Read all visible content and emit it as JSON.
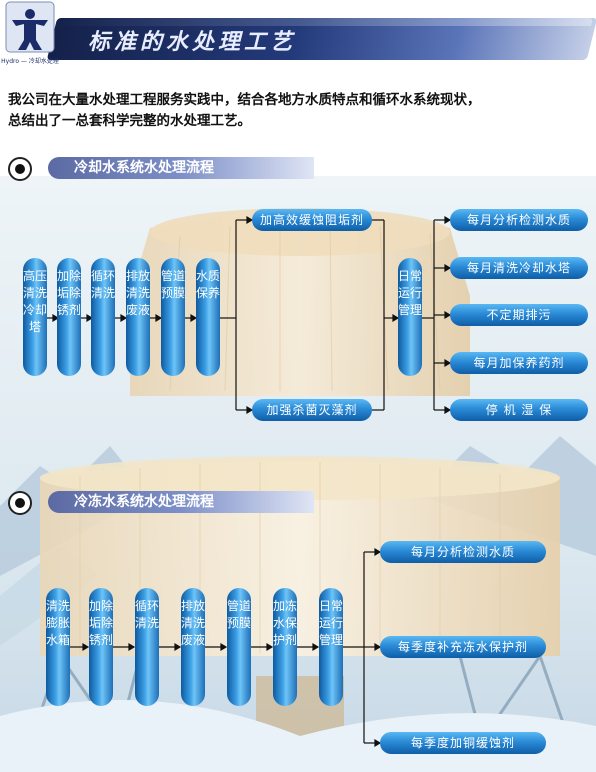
{
  "header": {
    "title": "标准的水处理工艺",
    "logo_text": "Hydro — 冷却水处理"
  },
  "intro": {
    "line1": "我公司在大量水处理工程服务实践中，结合各地方水质特点和循环水系统现状，",
    "line2": "总结出了一总套科学完整的水处理工艺。"
  },
  "section1": {
    "title": "冷却水系统水处理流程",
    "steps": [
      "高压清洗冷却塔",
      "加除垢除锈剂",
      "循环清洗",
      "排放清洗废液",
      "管道预膜",
      "水质保养"
    ],
    "branches": [
      "加高效缓蚀阻垢剂",
      "加强杀菌灭藻剂"
    ],
    "hub": "日常运行管理",
    "outputs": [
      "每月分析检测水质",
      "每月清洗冷却水塔",
      "不定期排污",
      "每月加保养药剂",
      "停 机 湿 保"
    ]
  },
  "section2": {
    "title": "冷冻水系统水处理流程",
    "steps": [
      "清洗膨胀水箱",
      "加除垢除锈剂",
      "循环清洗",
      "排放清洗废液",
      "管道预膜",
      "加冻水保护剂",
      "日常运行管理"
    ],
    "outputs": [
      "每月分析检测水质",
      "每季度补充冻水保护剂",
      "每季度加铜缓蚀剂"
    ]
  },
  "colors": {
    "capsule_blue": "#2a8ad6",
    "header_navy": "#14214a",
    "backdrop_cream": "#f3e7cf"
  }
}
